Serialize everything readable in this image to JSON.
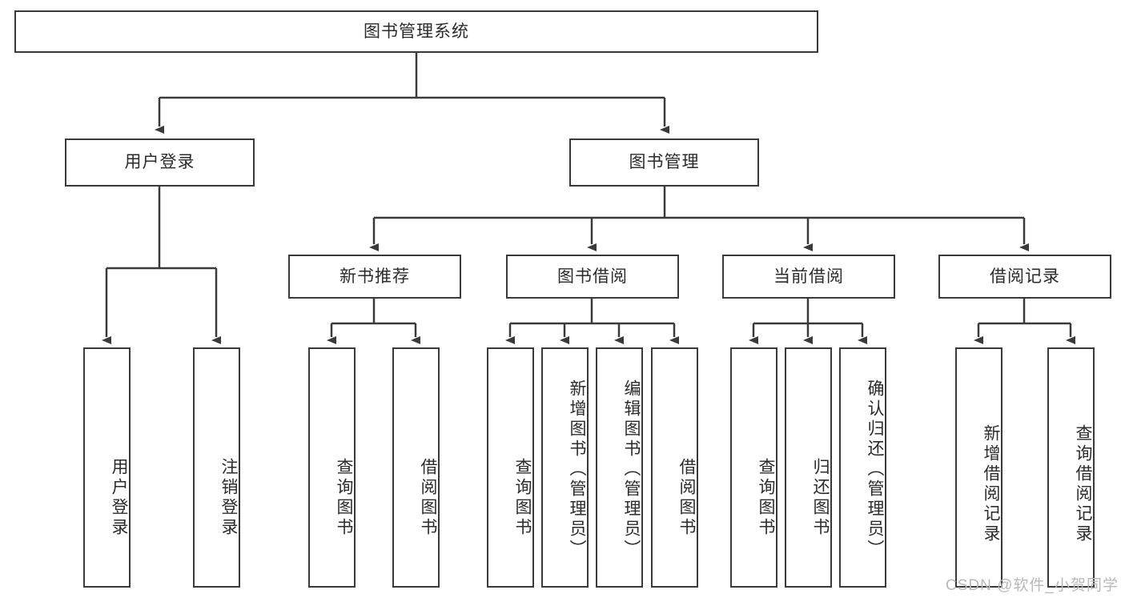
{
  "diagram": {
    "type": "tree",
    "title": "图书管理系统",
    "watermark": "CSDN @软件_小贺同学",
    "colors": {
      "box_border": "#3a3a3a",
      "box_fill": "#ffffff",
      "edge": "#3a3a3a",
      "text": "#2b2b2b",
      "watermark": "#b9b9b9",
      "background": "#ffffff"
    },
    "root": {
      "id": "root",
      "label": "图书管理系统",
      "orientation": "horizontal"
    },
    "level2": [
      {
        "id": "user-login",
        "label": "用户登录",
        "orientation": "horizontal"
      },
      {
        "id": "book-manage",
        "label": "图书管理",
        "orientation": "horizontal"
      }
    ],
    "level3": [
      {
        "id": "new-book-recommend",
        "label": "新书推荐",
        "orientation": "horizontal",
        "parent": "book-manage"
      },
      {
        "id": "book-borrow",
        "label": "图书借阅",
        "orientation": "horizontal",
        "parent": "book-manage"
      },
      {
        "id": "current-borrow",
        "label": "当前借阅",
        "orientation": "horizontal",
        "parent": "book-manage"
      },
      {
        "id": "borrow-record",
        "label": "借阅记录",
        "orientation": "horizontal",
        "parent": "book-manage"
      }
    ],
    "leaves": [
      {
        "id": "leaf-user-login",
        "label": "用户登录",
        "orientation": "vertical",
        "parent": "user-login"
      },
      {
        "id": "leaf-logout",
        "label": "注销登录",
        "orientation": "vertical",
        "parent": "user-login"
      },
      {
        "id": "leaf-query-book-1",
        "label": "查询图书",
        "orientation": "vertical",
        "parent": "new-book-recommend"
      },
      {
        "id": "leaf-borrow-book-1",
        "label": "借阅图书",
        "orientation": "vertical",
        "parent": "new-book-recommend"
      },
      {
        "id": "leaf-query-book-2",
        "label": "查询图书",
        "orientation": "vertical",
        "parent": "book-borrow"
      },
      {
        "id": "leaf-add-book",
        "label": "新增图书（管理员）",
        "orientation": "vertical",
        "parent": "book-borrow"
      },
      {
        "id": "leaf-edit-book",
        "label": "编辑图书（管理员）",
        "orientation": "vertical",
        "parent": "book-borrow"
      },
      {
        "id": "leaf-borrow-book-2",
        "label": "借阅图书",
        "orientation": "vertical",
        "parent": "book-borrow"
      },
      {
        "id": "leaf-query-book-3",
        "label": "查询图书",
        "orientation": "vertical",
        "parent": "current-borrow"
      },
      {
        "id": "leaf-return-book",
        "label": "归还图书",
        "orientation": "vertical",
        "parent": "current-borrow"
      },
      {
        "id": "leaf-confirm-return",
        "label": "确认归还（管理员）",
        "orientation": "vertical",
        "parent": "current-borrow"
      },
      {
        "id": "leaf-add-record",
        "label": "新增借阅记录",
        "orientation": "vertical",
        "parent": "borrow-record"
      },
      {
        "id": "leaf-query-record",
        "label": "查询借阅记录",
        "orientation": "vertical",
        "parent": "borrow-record"
      }
    ]
  }
}
